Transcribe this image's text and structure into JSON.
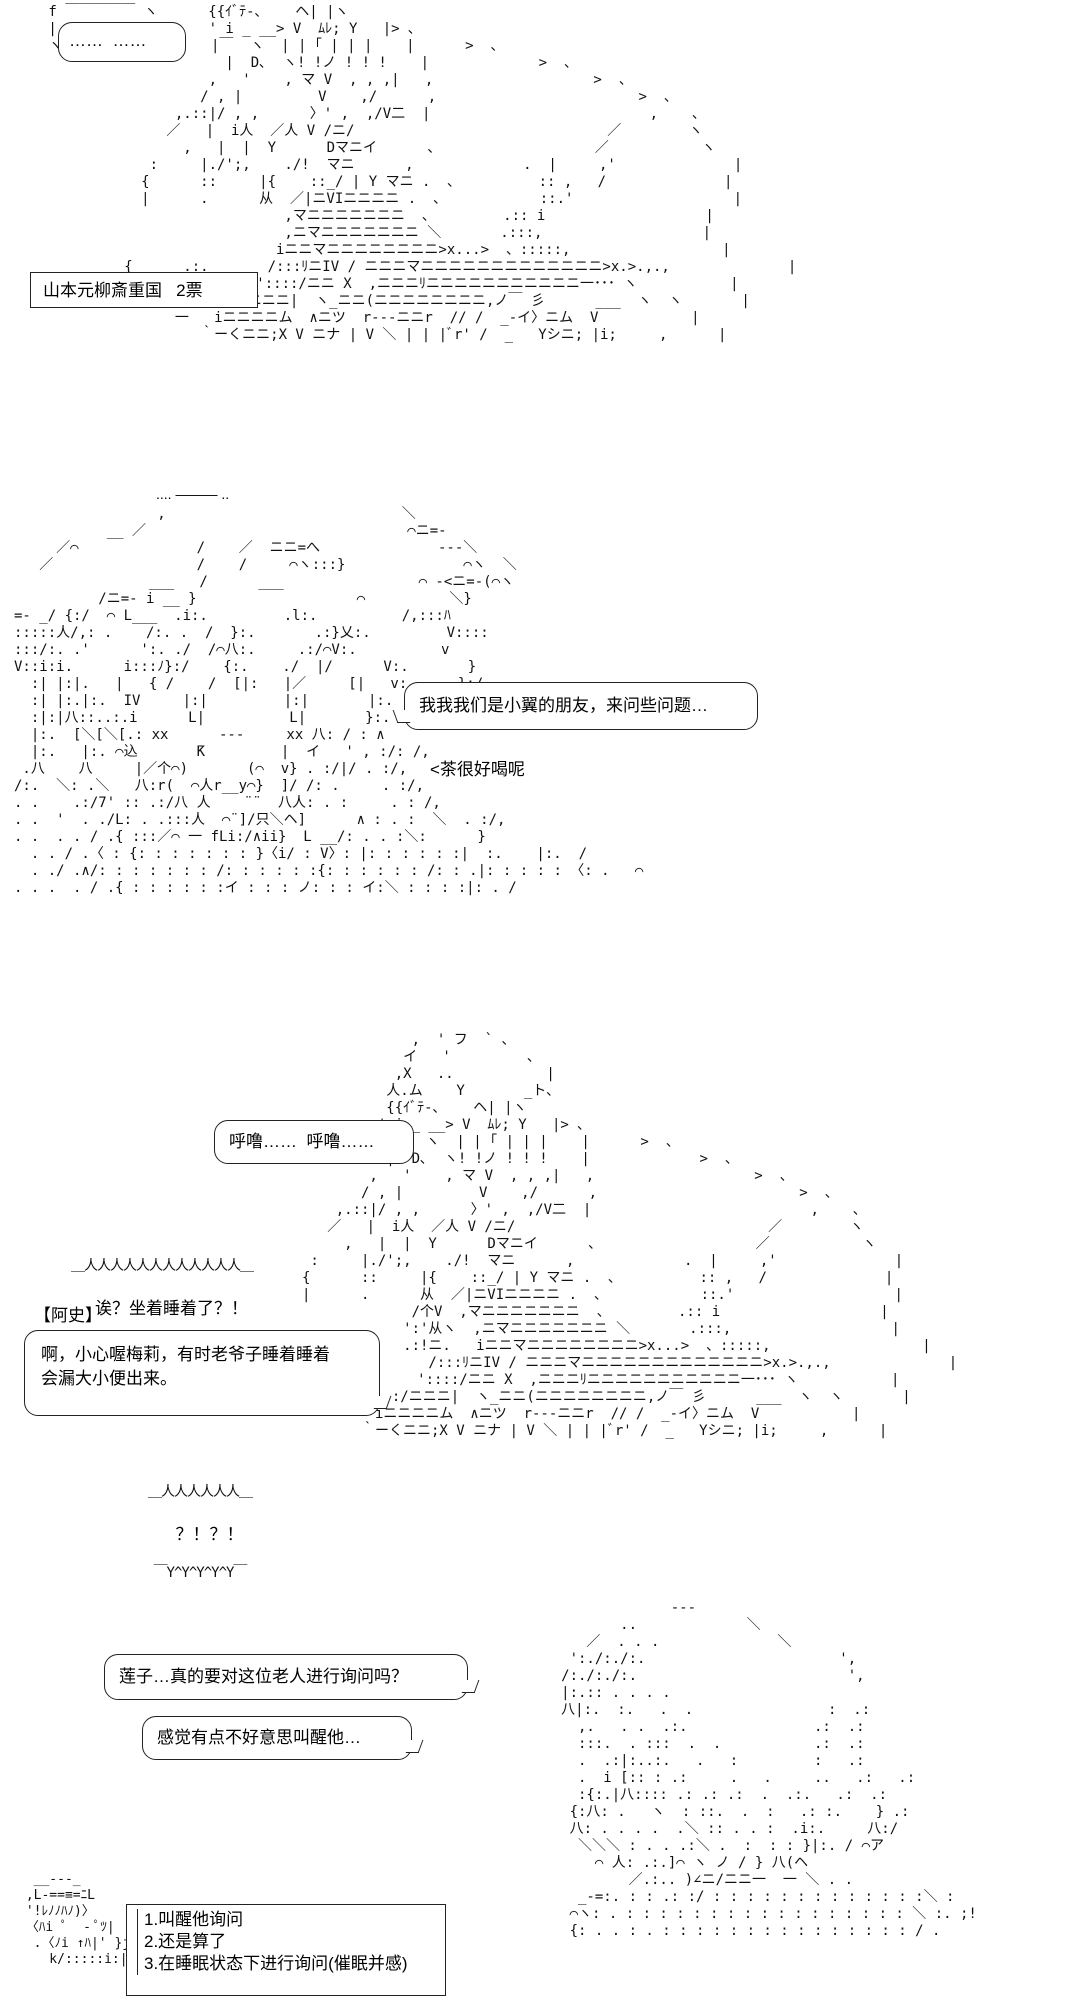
{
  "panel1": {
    "bubble_top": "……  ……",
    "vote_box": "山本元柳斎重国   2票",
    "art": " f ￣￣￣￣￣ ヽ      {{ｲﾞﾃ-､    ヘ| |ヽ\n | ……  ……    |      ' i _ __> V  ﾑﾚ; Y   |> ､\n ヽ＿＿＿＿＿＿乂      |￣  ヽ  | | ｢ | | |    |      >  、\n                      |  D､  ヽ! !ノ ! ! !    |             >  、\n                    ,   '    , マ V  , , ,|   ,                   >  、\n                   / , |         V    ,/      ,                        >  、\n                ,.::|/ , ,      〉' ,  ,/V二  |                          ,    、\n               ／   |  i人  ／人 V /ニ/                              ／        ヽ\n                 ,   |  |  Y      Dマニイ      ､                   ／           ヽ\n             :     |./';,    ./!  マニ      ,             .  |     ,'              |\n            {      ::     |{    ::_/ | Y マニ .  ､          :: ,   /              |\n            |      .      从  ／|ニVIニニニニ .  、           ::.'                   |\n                             ,マニニニニニニニ  、        .:: i                   |\n                             ,ニマニニニニニニニ ＼       .:::,                   |\n                            iニニマニニニニニニニニ>x...>  、:::::,                  |\n          {      .:.       /:::ﾘニIV / ニニニマニニニニニニニニニニニニニ>x.>.,.,              |\n           ＼      .      '::::/ニニ X  ,ニニニﾘニニニニニニニニニニニ一･･･ ヽ           |\n             ＼        :/ニニニ|  ヽ_ニニ(ニニニニニニニニ,ノ￣ 彡      ___  ヽ  ヽ       |\n                一   iニニニニム  ∧ニツ  r---ニニr  // /  _-イ〉ニム  V           |\n                   ｀ーくニニ;X V ニナ | V ＼ | | |ﾞr' /  _   Yシニ; |i;     ,      |"
  },
  "panel2": {
    "caption": ".... ――― ..",
    "bubble": "我我我们是小翼的朋友，来问些问题…",
    "aside": "<茶很好喝呢",
    "art": "                 ,                            ＼\n           __ ／                               ⌒ニ=-\n     ／⌒              /    ／  ニニ=へ              ---＼\n   ／                 /    /     ⌒ヽ:::}              ⌒ヽ  ＼\n                ___   /      ___                ⌒ -<ニ=-(⌒ヽ\n          /ニ=- i __ }                   ⌒          ＼}\n=- _/ {:/  ⌒ L___  .i:.         .l:.          /,:::ﾊ\n:::::人/,: .    /:. .  /  }:.       .:}乂:.         V::::\n:::/:. .'      ':. ./  /⌒八:.     .:/⌒V:.          v\nV::i:i.      i:::ﾉ}:/    {:.    ./  |/      V:.       }\n  :| |:|.   |   { /    /  [|:   |／     [|   v:.     }:/\n  :| |:.|:.  IV     |:|         |:|       |:.  :.   ./V\n  :|:|八::..:.i      L|          L|       }:.  .//八\n  |:.  [＼[＼[.: xx      ---     xx 八: / : ∧\n  |:.   |:. ⌒込       ̄K         |  イ   ' , :/: /,\n .八    八     |／个⌒)       (⌒  v} . :/|/ . :/,\n/:.  ＼: .＼   八:r(  ⌒人r__y⌒}  ]/ /: .     . :/,\n. .    .:/7' :: .:/八 人    ¨¨  八人: . :     . : /,\n. .  '  . ./L: . .:::人  ⌒¨]/只＼ヘ]      ∧ : . :  ＼  . :/,\n. .  . . / .{ :::／⌒ 一 fLi:/∧ii}  L __/: . . :＼:      }\n  . . / .〈 : {: : : : : : : }〈i/ : V〉: |: : : : : :|  :.    |:.  /\n  . ./ .∧/: : : : : : : /: : : : : :{: : : : : : /: : .|: : : : : 〈: .   ⌒\n. . .  . / .{ : : : : : :イ : : : ノ: : : イ:＼ : : : :|: . /"
  },
  "panel3": {
    "bubble_snore": "呼噜……  呼噜……",
    "shout1": "诶？坐着睡着了？！",
    "name_tag": "【阿史】",
    "bubble_speech": "啊，小心喔梅莉，有时老爷子睡着睡着\n会漏大小便出来。",
    "shout2": "？！？！",
    "art": "                                         ,  ' フ  ` 、\n                                        イ   '         、\n                                       ,X   ..           |\n                                      人.ム    Y       _ト、\n                                      {{ｲﾞﾃ-､    ヘ| |ヽ\n                                     ' i _ __> V  ﾑﾚ; Y   |> ､\n                                      |￣  ヽ  | | ｢ | | |    |      >  、\n                                      |  D､  ヽ! !ノ ! ! !    |             >  、\n                                    ,   '    , マ V  , , ,|   ,                   >  、\n                                   / , |         V    ,/      ,                        >  、\n                                ,.::|/ , ,      〉' ,  ,/V二  |                          ,    、\n                               ／   |  i人  ／人 V /ニ/                              ／        ヽ\n                                 ,   |  |  Y      Dマニイ      ､                   ／           ヽ\n                             :     |./';,    ./!  マニ      ,             .  |     ,'              |\n                            {      ::     |{    ::_/ | Y マニ .  ､          :: ,   /              |\n                            |      .      从  ／|ニVIニニニニ .  、           ::.'                   |\n                                         /个V  ,マニニニニニニニ  、        .:: i                   |\n                                        ':'从ヽ  ,ニマニニニニニニニ ＼       .:::,                   |\n                                        .:!ニ.   iニニマニニニニニニニニ>x...>  、:::::,                  |\n                          {      .:.       /:::ﾘニIV / ニニニマニニニニニニニニニニニニニ>x.>.,.,              |\n                           ＼      .      '::::/ニニ X  ,ニニニﾘニニニニニニニニニニニ一･･･ ヽ           |\n                             ＼        :/ニニニ|  ヽ_ニニ(ニニニニニニニニ,ノ￣ 彡      ___  ヽ  ヽ       |\n                                一   iニニニニム  ∧ニツ  r---ニニr  // /  _-イ〉ニム  V           |\n                                   ｀ーくニニ;X V ニナ | V ＼ | | |ﾞr' /  _   Yシニ; |i;     ,      |"
  },
  "panel4": {
    "bubble_q": "莲子…真的要对这位老人进行询问吗？",
    "bubble_a": "感觉有点不好意思叫醒他…",
    "choices": [
      "1.叫醒他询问",
      "2.还是算了",
      "3.在睡眠状态下进行询问(催眠并感)"
    ],
    "art_right": "                         ---\n                   ..             ＼\n               ／  . . .              ＼\n             ':./:./:.                       ',\n            /:./:./:.                         ',\n            |:.:: . . . .\n            八|:.  :.   .  .                :  .:\n              ,.   . .  .:.               .:  .:\n              :::.  . :::  .  .           .:  .:\n              .  .:|:..:.   .   :         :   .:\n              .  i [:: : .:     .   .     ..   .:   .:\n              :{:.|八:::: .: .: .:  .  .:.   .:  .:\n             {:八: .   ヽ  : ::.  .  :   .: :.    } .:\n             八: . . . .  .＼ :: . . :  .i:.     八:/\n              ＼＼＼ : . . .:＼ .  :  : : }|:. / ⌒ア\n                ⌒ 人: .:.]⌒ ヽ ノ / } 八(ヘ\n                    ／.:.. )∠ニ/ニニ一  一 ＼ . .\n              _-=:. : : .: :/ : : : : : : : : : : : : :＼ :\n             ⌒ヽ: . : : : : : : : : : : : : : : : : : ＼ :. ;!\n             {: . . : . : : : : : : : : : : : : : : : / .",
    "art_left": "  __---_\n ,L-==≡=ﾆL\n '!ﾚﾉﾉﾊﾉ)〉\n 〈ﾊi ﾟ  - ﾟﾂ|\n  .〈ﾉi ↑ﾊ|' }j\n    k/:::::i:|"
  }
}
